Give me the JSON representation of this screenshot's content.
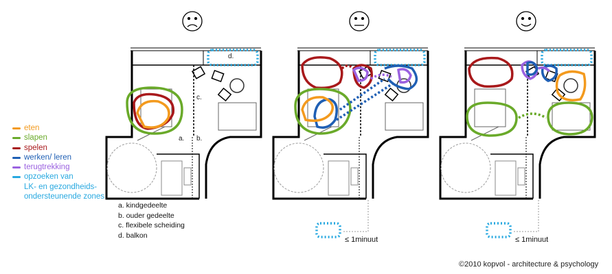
{
  "faces": [
    {
      "mood": "sad-face-icon"
    },
    {
      "mood": "neutral-face-icon"
    },
    {
      "mood": "happy-face-icon"
    }
  ],
  "legend": [
    {
      "label": "eten",
      "color": "#f39a1e"
    },
    {
      "label": "slapen",
      "color": "#6aaa2a"
    },
    {
      "label": "spelen",
      "color": "#a8191b"
    },
    {
      "label": "werken/ leren",
      "color": "#1f5fb4"
    },
    {
      "label": "terugtrekking",
      "color": "#9b62e0"
    },
    {
      "label": "opzoeken van\nLK- en gezondheids-\nondersteunende zones",
      "color": "#27a8e0"
    }
  ],
  "notes": [
    "a. kindgedeelte",
    "b. ouder gedeelte",
    "c. flexibele scheiding",
    "d. balkon"
  ],
  "plan_labels": {
    "a": "a.",
    "b": "b.",
    "c": "c.",
    "d": "d."
  },
  "distance_label": "≤ 1minuut",
  "copyright": "©2010 kopvol - architecture & psychology"
}
